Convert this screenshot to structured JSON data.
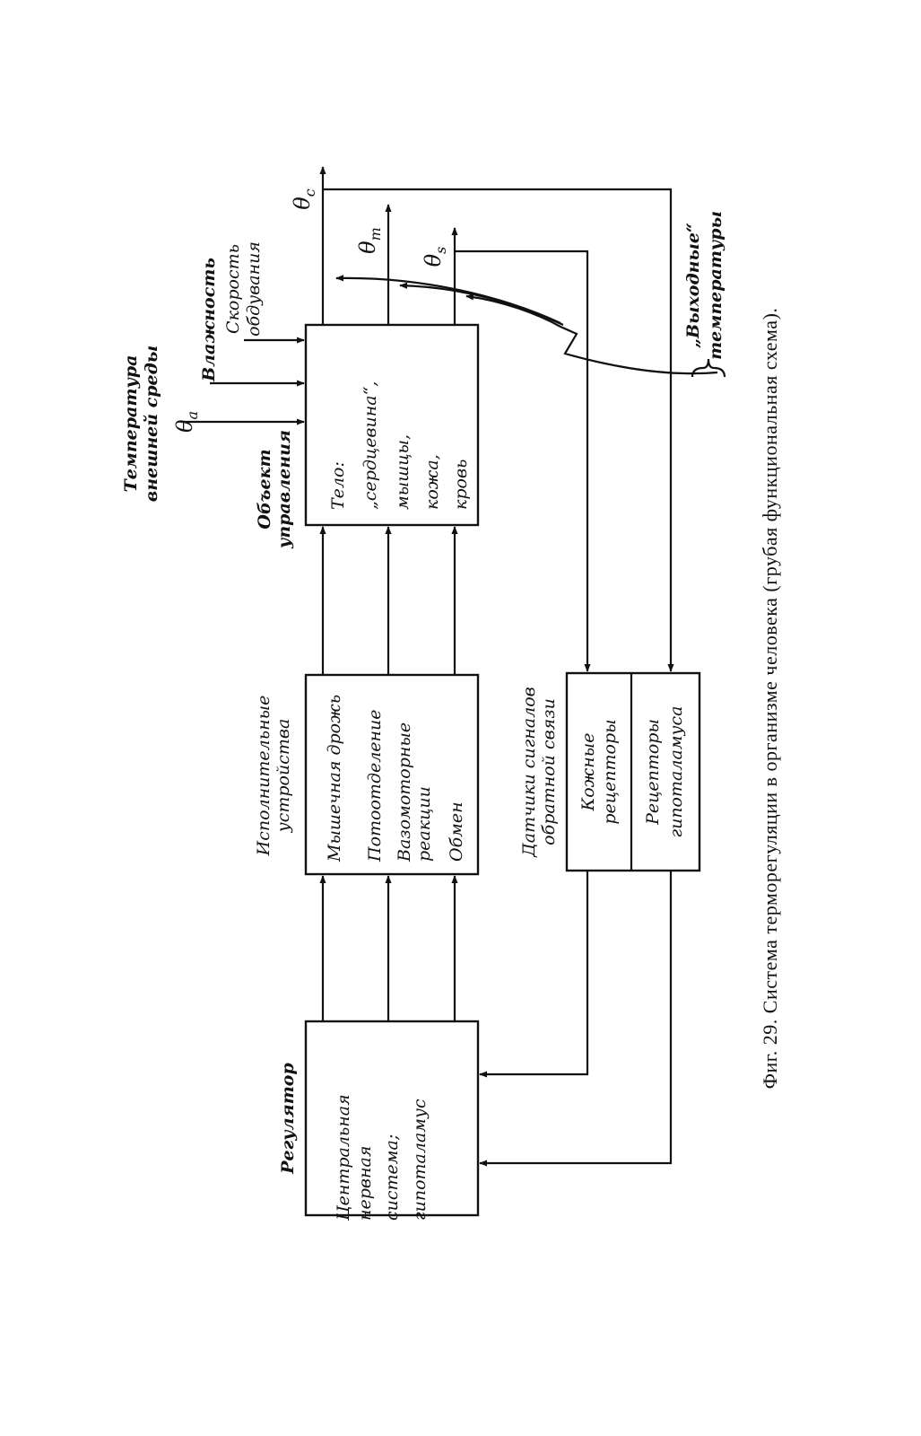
{
  "regulator": {
    "title": "Регулятор",
    "lines": [
      "Центральная",
      "нервная",
      "система;",
      "гипоталамус"
    ]
  },
  "actuators": {
    "title_lines": [
      "Исполнительные",
      "устройства"
    ],
    "items": [
      "Мышечная дрожь",
      "Потоотделение",
      "Вазомоторные",
      "реакции",
      "Обмен"
    ]
  },
  "body": {
    "title_lines": [
      "Объект",
      "управления"
    ],
    "lines": [
      "Тело:",
      "„сердцевина“,",
      "мышцы,",
      "кожа,",
      "кровь"
    ]
  },
  "sensors": {
    "title_lines": [
      "Датчики сигналов",
      "обратной связи"
    ],
    "skin": [
      "Кожные",
      "рецепторы"
    ],
    "hypothalamus": [
      "Рецепторы",
      "гипоталамуса"
    ]
  },
  "inputs": {
    "temperature": [
      "Температура",
      "внешней среды"
    ],
    "theta_a": "θ",
    "theta_a_sub": "a",
    "humidity": "Влажность",
    "airspeed": [
      "Скорость",
      "обдувания"
    ]
  },
  "outputs": {
    "theta_c": "θ",
    "theta_c_sub": "c",
    "theta_m": "θ",
    "theta_m_sub": "m",
    "theta_s": "θ",
    "theta_s_sub": "s",
    "label": [
      "„Выходные“",
      "температуры"
    ]
  },
  "caption": "Фиг. 29. Система терморегуляции в организме человека (грубая функциональная схема)."
}
